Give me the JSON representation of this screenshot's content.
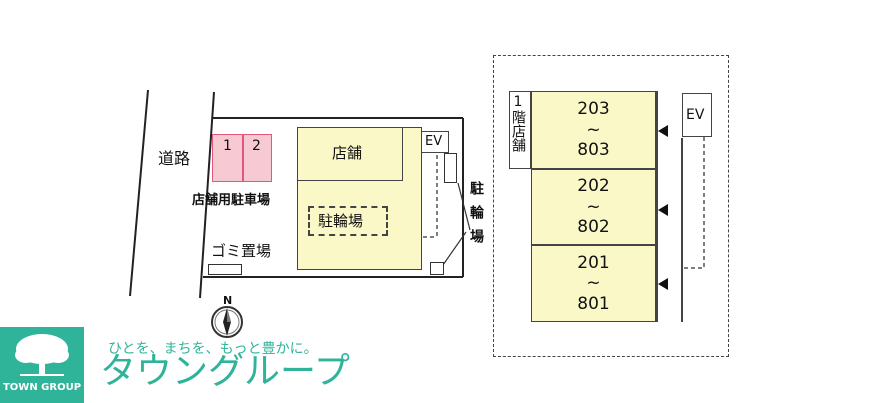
{
  "site_plan": {
    "road_label": "道路",
    "parking_spots": [
      "1",
      "2"
    ],
    "store_parking_label": "店舗用駐車場",
    "garbage_label": "ゴミ置場",
    "store_label": "店舗",
    "bicycle_parking_label": "駐輪場",
    "ev_label": "EV",
    "bike_parking_side_label": "駐輪場",
    "north_label": "N"
  },
  "floor_plan": {
    "first_floor_label": "1階店舗",
    "ev_label": "EV",
    "units": [
      {
        "top": "203",
        "sep": "~",
        "bottom": "803"
      },
      {
        "top": "202",
        "sep": "~",
        "bottom": "802"
      },
      {
        "top": "201",
        "sep": "~",
        "bottom": "801"
      }
    ]
  },
  "branding": {
    "logo_caption": "TOWN GROUP",
    "tagline": "ひとを、まちを、もっと豊かに。",
    "company_name": "タウングループ",
    "colors": {
      "green": "#2fb49a",
      "parking": "#f7c9d2",
      "parking_border": "#e2577a",
      "floor": "#fbf8c8"
    }
  }
}
